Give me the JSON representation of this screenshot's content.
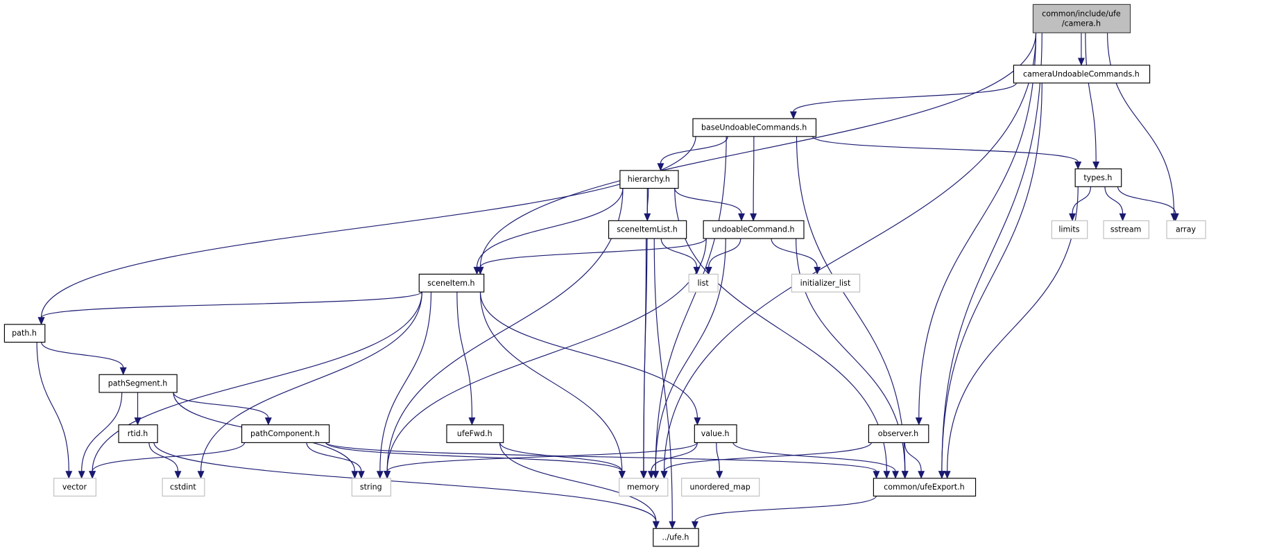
{
  "colors": {
    "edge": "#191970",
    "root_fill": "#bfbfbf",
    "system_border": "#bfbfbf",
    "local_border": "#000000"
  },
  "nodes": [
    {
      "id": "camera",
      "lines": [
        "common/include/ufe",
        "/camera.h"
      ],
      "kind": "root"
    },
    {
      "id": "cameraUndoableCommands",
      "lines": [
        "cameraUndoableCommands.h"
      ],
      "kind": "local"
    },
    {
      "id": "baseUndoableCommands",
      "lines": [
        "baseUndoableCommands.h"
      ],
      "kind": "local"
    },
    {
      "id": "types",
      "lines": [
        "types.h"
      ],
      "kind": "local"
    },
    {
      "id": "hierarchy",
      "lines": [
        "hierarchy.h"
      ],
      "kind": "local"
    },
    {
      "id": "sceneItemList",
      "lines": [
        "sceneItemList.h"
      ],
      "kind": "local"
    },
    {
      "id": "undoableCommand",
      "lines": [
        "undoableCommand.h"
      ],
      "kind": "local"
    },
    {
      "id": "limits",
      "lines": [
        "limits"
      ],
      "kind": "sys"
    },
    {
      "id": "sstream",
      "lines": [
        "sstream"
      ],
      "kind": "sys"
    },
    {
      "id": "array",
      "lines": [
        "array"
      ],
      "kind": "sys"
    },
    {
      "id": "list",
      "lines": [
        "list"
      ],
      "kind": "sys"
    },
    {
      "id": "initializer_list",
      "lines": [
        "initializer_list"
      ],
      "kind": "sys"
    },
    {
      "id": "sceneItem",
      "lines": [
        "sceneItem.h"
      ],
      "kind": "local"
    },
    {
      "id": "path",
      "lines": [
        "path.h"
      ],
      "kind": "local"
    },
    {
      "id": "pathSegment",
      "lines": [
        "pathSegment.h"
      ],
      "kind": "local"
    },
    {
      "id": "rtid",
      "lines": [
        "rtid.h"
      ],
      "kind": "local"
    },
    {
      "id": "pathComponent",
      "lines": [
        "pathComponent.h"
      ],
      "kind": "local"
    },
    {
      "id": "ufeFwd",
      "lines": [
        "ufeFwd.h"
      ],
      "kind": "local"
    },
    {
      "id": "value",
      "lines": [
        "value.h"
      ],
      "kind": "local"
    },
    {
      "id": "observer",
      "lines": [
        "observer.h"
      ],
      "kind": "local"
    },
    {
      "id": "vector",
      "lines": [
        "vector"
      ],
      "kind": "sys"
    },
    {
      "id": "cstdint",
      "lines": [
        "cstdint"
      ],
      "kind": "sys"
    },
    {
      "id": "string",
      "lines": [
        "string"
      ],
      "kind": "sys"
    },
    {
      "id": "memory",
      "lines": [
        "memory"
      ],
      "kind": "sys"
    },
    {
      "id": "unordered_map",
      "lines": [
        "unordered_map"
      ],
      "kind": "sys"
    },
    {
      "id": "ufeExport",
      "lines": [
        "common/ufeExport.h"
      ],
      "kind": "local"
    },
    {
      "id": "ufe",
      "lines": [
        "../ufe.h"
      ],
      "kind": "local"
    }
  ],
  "edges": [
    [
      "camera",
      "cameraUndoableCommands"
    ],
    [
      "camera",
      "sceneItem"
    ],
    [
      "camera",
      "memory"
    ],
    [
      "camera",
      "observer"
    ],
    [
      "camera",
      "types"
    ],
    [
      "camera",
      "array"
    ],
    [
      "camera",
      "ufeExport"
    ],
    [
      "cameraUndoableCommands",
      "baseUndoableCommands"
    ],
    [
      "cameraUndoableCommands",
      "ufeExport"
    ],
    [
      "baseUndoableCommands",
      "path"
    ],
    [
      "baseUndoableCommands",
      "memory"
    ],
    [
      "baseUndoableCommands",
      "hierarchy"
    ],
    [
      "baseUndoableCommands",
      "undoableCommand"
    ],
    [
      "baseUndoableCommands",
      "ufeExport"
    ],
    [
      "baseUndoableCommands",
      "types"
    ],
    [
      "types",
      "limits"
    ],
    [
      "types",
      "sstream"
    ],
    [
      "types",
      "array"
    ],
    [
      "types",
      "ufeExport"
    ],
    [
      "hierarchy",
      "string"
    ],
    [
      "hierarchy",
      "sceneItem"
    ],
    [
      "hierarchy",
      "memory"
    ],
    [
      "hierarchy",
      "sceneItemList"
    ],
    [
      "hierarchy",
      "undoableCommand"
    ],
    [
      "hierarchy",
      "ufeExport"
    ],
    [
      "sceneItemList",
      "list"
    ],
    [
      "sceneItemList",
      "memory"
    ],
    [
      "sceneItemList",
      "ufe"
    ],
    [
      "undoableCommand",
      "sceneItem"
    ],
    [
      "undoableCommand",
      "list"
    ],
    [
      "undoableCommand",
      "initializer_list"
    ],
    [
      "undoableCommand",
      "string"
    ],
    [
      "undoableCommand",
      "memory"
    ],
    [
      "undoableCommand",
      "ufeExport"
    ],
    [
      "sceneItem",
      "path"
    ],
    [
      "sceneItem",
      "vector"
    ],
    [
      "sceneItem",
      "cstdint"
    ],
    [
      "sceneItem",
      "string"
    ],
    [
      "sceneItem",
      "memory"
    ],
    [
      "sceneItem",
      "ufeFwd"
    ],
    [
      "sceneItem",
      "value"
    ],
    [
      "path",
      "vector"
    ],
    [
      "path",
      "pathSegment"
    ],
    [
      "pathSegment",
      "vector"
    ],
    [
      "pathSegment",
      "rtid"
    ],
    [
      "pathSegment",
      "string"
    ],
    [
      "pathSegment",
      "pathComponent"
    ],
    [
      "rtid",
      "cstdint"
    ],
    [
      "rtid",
      "ufe"
    ],
    [
      "pathComponent",
      "vector"
    ],
    [
      "pathComponent",
      "string"
    ],
    [
      "pathComponent",
      "memory"
    ],
    [
      "pathComponent",
      "ufeExport"
    ],
    [
      "ufeFwd",
      "memory"
    ],
    [
      "ufeFwd",
      "ufe"
    ],
    [
      "value",
      "string"
    ],
    [
      "value",
      "memory"
    ],
    [
      "value",
      "unordered_map"
    ],
    [
      "value",
      "ufeExport"
    ],
    [
      "observer",
      "memory"
    ],
    [
      "observer",
      "ufeExport"
    ],
    [
      "ufeExport",
      "ufe"
    ]
  ]
}
